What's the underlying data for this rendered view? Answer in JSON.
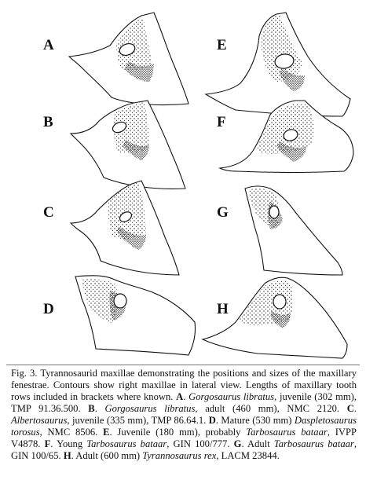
{
  "figure": {
    "panels": [
      {
        "id": "A"
      },
      {
        "id": "B"
      },
      {
        "id": "C"
      },
      {
        "id": "D"
      },
      {
        "id": "E"
      },
      {
        "id": "F"
      },
      {
        "id": "G"
      },
      {
        "id": "H"
      }
    ]
  },
  "caption": {
    "figure_label": "Fig. 3.",
    "intro": " Tyrannosaurid maxillae demonstrating the positions and sizes of the maxillary fenestrae. Contours show right maxillae in lateral view. Lengths of maxillary tooth rows included in brackets where known. ",
    "entries": [
      {
        "letter": "A",
        "pre": " ",
        "taxon": "Gorgosaurus libratus",
        "post": ", juvenile (302 mm), TMP 91.36.500. "
      },
      {
        "letter": "B",
        "pre": " ",
        "taxon": "Gorgosaurus libratus",
        "post": ", adult (460 mm), NMC 2120. "
      },
      {
        "letter": "C",
        "pre": " ",
        "taxon": "Albertosaurus",
        "post": ", juvenile (335 mm), TMP 86.64.1. "
      },
      {
        "letter": "D",
        "pre": " Mature (530 mm) ",
        "taxon": "Daspletosaurus torosus",
        "post": ", NMC 8506. "
      },
      {
        "letter": "E",
        "pre": " Juvenile (180 mm), probably ",
        "taxon": "Tarbosaurus bataar",
        "post": ", IVPP V4878. "
      },
      {
        "letter": "F",
        "pre": " Young ",
        "taxon": "Tarbosaurus bataar",
        "post": ", GIN 100/777. "
      },
      {
        "letter": "G",
        "pre": " Adult ",
        "taxon": "Tarbosaurus bataar",
        "post": ", GIN 100/65. "
      },
      {
        "letter": "H",
        "pre": " Adult (600 mm) ",
        "taxon": "Tyrannosaurus rex",
        "post": ", LACM 23844."
      }
    ]
  }
}
